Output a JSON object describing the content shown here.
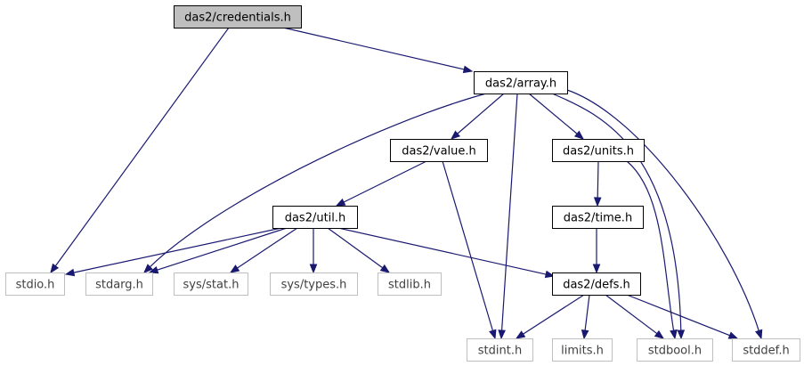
{
  "diagram": {
    "colors": {
      "edge": "#191970",
      "root_fill": "#bfbfbf",
      "local_border": "#000000",
      "system_border": "#bfbfbf",
      "system_text": "#3f3f3f"
    },
    "nodes": [
      {
        "id": "credentials",
        "label": "das2/credentials.h",
        "kind": "root"
      },
      {
        "id": "array",
        "label": "das2/array.h",
        "kind": "local"
      },
      {
        "id": "value",
        "label": "das2/value.h",
        "kind": "local"
      },
      {
        "id": "units",
        "label": "das2/units.h",
        "kind": "local"
      },
      {
        "id": "util",
        "label": "das2/util.h",
        "kind": "local"
      },
      {
        "id": "time",
        "label": "das2/time.h",
        "kind": "local"
      },
      {
        "id": "defs",
        "label": "das2/defs.h",
        "kind": "local"
      },
      {
        "id": "stdio",
        "label": "stdio.h",
        "kind": "system"
      },
      {
        "id": "stdarg",
        "label": "stdarg.h",
        "kind": "system"
      },
      {
        "id": "sysstat",
        "label": "sys/stat.h",
        "kind": "system"
      },
      {
        "id": "systypes",
        "label": "sys/types.h",
        "kind": "system"
      },
      {
        "id": "stdlib",
        "label": "stdlib.h",
        "kind": "system"
      },
      {
        "id": "stdint",
        "label": "stdint.h",
        "kind": "system"
      },
      {
        "id": "limits",
        "label": "limits.h",
        "kind": "system"
      },
      {
        "id": "stdbool",
        "label": "stdbool.h",
        "kind": "system"
      },
      {
        "id": "stddef",
        "label": "stddef.h",
        "kind": "system"
      }
    ],
    "edges": [
      {
        "from": "credentials",
        "to": "array"
      },
      {
        "from": "credentials",
        "to": "stdio"
      },
      {
        "from": "array",
        "to": "value"
      },
      {
        "from": "array",
        "to": "units"
      },
      {
        "from": "array",
        "to": "stdarg"
      },
      {
        "from": "array",
        "to": "stdint"
      },
      {
        "from": "array",
        "to": "stdbool"
      },
      {
        "from": "array",
        "to": "stddef"
      },
      {
        "from": "value",
        "to": "util"
      },
      {
        "from": "value",
        "to": "stdint"
      },
      {
        "from": "units",
        "to": "time"
      },
      {
        "from": "units",
        "to": "stdbool"
      },
      {
        "from": "time",
        "to": "defs"
      },
      {
        "from": "util",
        "to": "stdio"
      },
      {
        "from": "util",
        "to": "stdarg"
      },
      {
        "from": "util",
        "to": "sysstat"
      },
      {
        "from": "util",
        "to": "systypes"
      },
      {
        "from": "util",
        "to": "stdlib"
      },
      {
        "from": "util",
        "to": "defs"
      },
      {
        "from": "defs",
        "to": "stdint"
      },
      {
        "from": "defs",
        "to": "limits"
      },
      {
        "from": "defs",
        "to": "stdbool"
      },
      {
        "from": "defs",
        "to": "stddef"
      }
    ]
  }
}
